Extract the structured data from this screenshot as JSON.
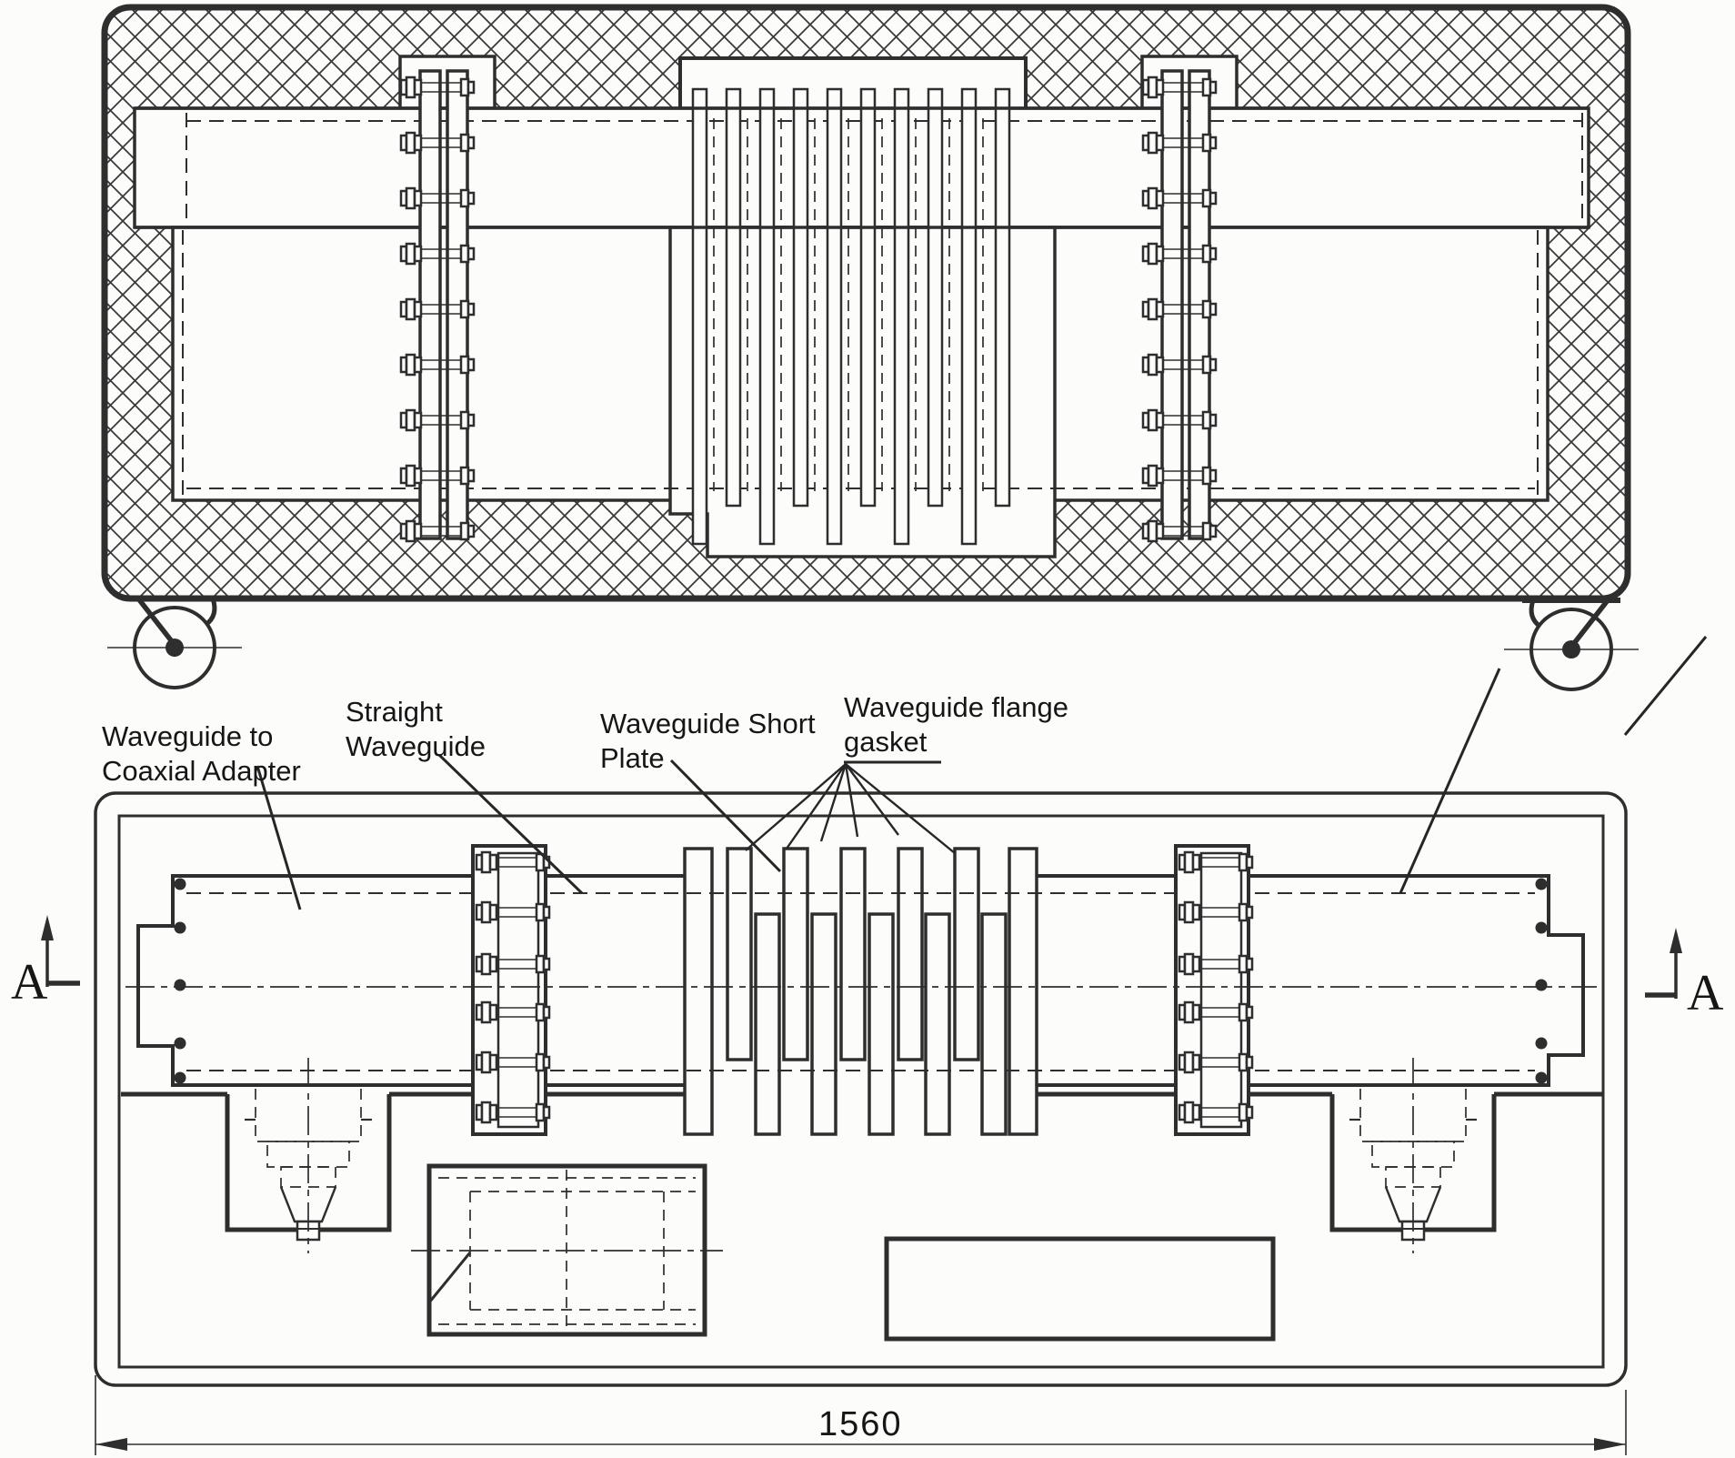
{
  "colors": {
    "paper": "#fcfcfb",
    "ink": "#2e2e2e"
  },
  "labels": {
    "waveguide_to_coaxial_adapter": {
      "line1": "Waveguide to",
      "line2": "Coaxial Adapter"
    },
    "straight_waveguide": {
      "line1": "Straight",
      "line2": "Waveguide"
    },
    "waveguide_short_plate": {
      "line1": "Waveguide Short",
      "line2": "Plate"
    },
    "waveguide_flange_gasket": {
      "line1": "Waveguide flange",
      "line2": "gasket"
    }
  },
  "section_marker": {
    "letter": "A"
  },
  "dimension": {
    "overall_length": "1560"
  }
}
